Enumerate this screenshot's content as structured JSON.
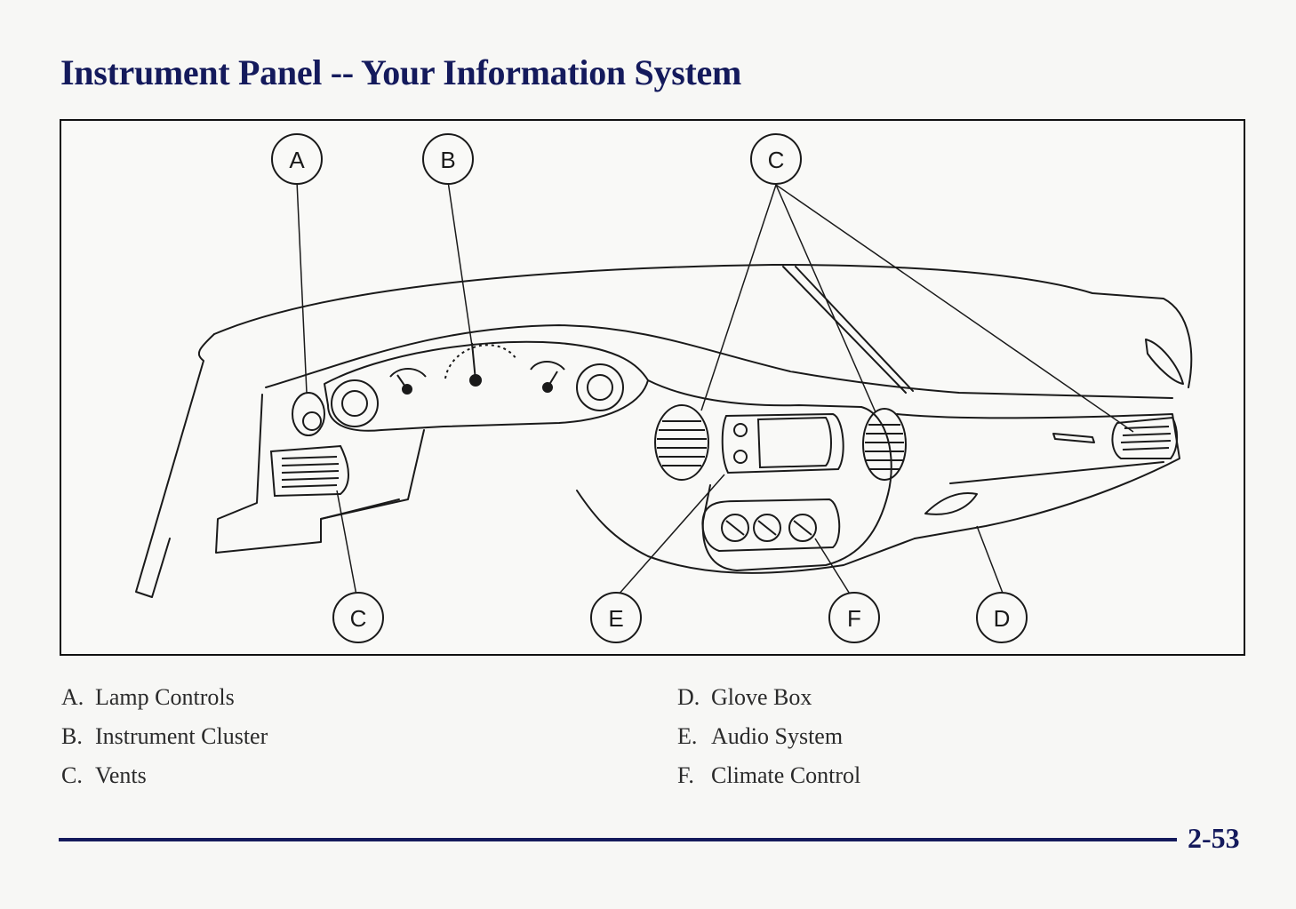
{
  "title": "Instrument Panel -- Your Information System",
  "callouts": {
    "a": "A",
    "b": "B",
    "c_top": "C",
    "c_bottom": "C",
    "d": "D",
    "e": "E",
    "f": "F"
  },
  "legend": {
    "left": [
      {
        "letter": "A.",
        "label": "Lamp Controls"
      },
      {
        "letter": "B.",
        "label": "Instrument Cluster"
      },
      {
        "letter": "C.",
        "label": "Vents"
      }
    ],
    "right": [
      {
        "letter": "D.",
        "label": "Glove Box"
      },
      {
        "letter": "E.",
        "label": "Audio System"
      },
      {
        "letter": "F.",
        "label": "Climate Control"
      }
    ]
  },
  "page_number": "2-53",
  "colors": {
    "heading": "#141a5c",
    "line_art": "#1a1a1a"
  }
}
